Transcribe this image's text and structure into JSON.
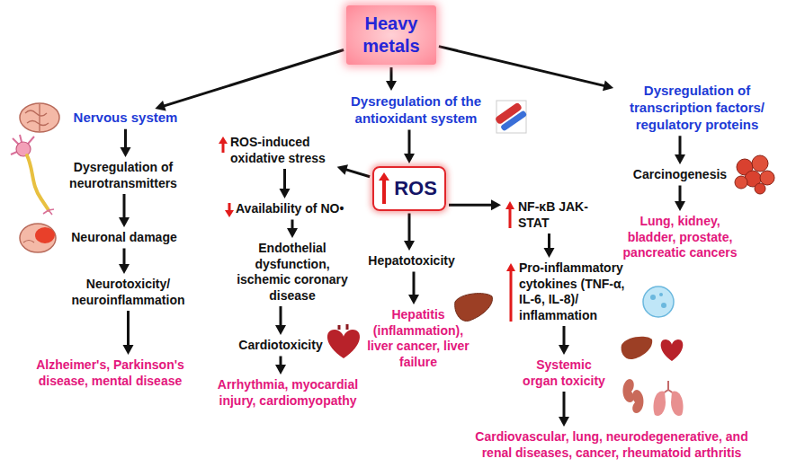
{
  "diagram": {
    "nodes": [
      {
        "text": [
          "Heavy metals"
        ]
      },
      {
        "text": [
          "Nervous system"
        ]
      },
      {
        "text": [
          "Dysregulation of neurotransmitters"
        ]
      },
      {
        "text": [
          "Neuronal damage"
        ]
      },
      {
        "text": [
          "Neurotoxicity/ neuroinflammation"
        ]
      },
      {
        "text": [
          "Alzheimer's, Parkinson's disease, mental disease"
        ]
      },
      {
        "text": [
          "Dysregulation of the antioxidant system"
        ]
      },
      {
        "text": [
          "ROS"
        ]
      },
      {
        "text": [
          "ROS-induced oxidative stress"
        ]
      },
      {
        "text": [
          "Availability of NO•"
        ]
      },
      {
        "text": [
          "Endothelial dysfunction, ischemic coronary disease"
        ]
      },
      {
        "text": [
          "Cardiotoxicity"
        ]
      },
      {
        "text": [
          "Arrhythmia, myocardial injury, cardiomyopathy"
        ]
      },
      {
        "text": [
          "Hepatotoxicity"
        ]
      },
      {
        "text": [
          "Hepatitis (inflammation), liver cancer, liver failure"
        ]
      },
      {
        "text": [
          "NF-κB JAK-STAT"
        ]
      },
      {
        "text": [
          "Pro-inflammatory cytokines (TNF-α, IL-6, IL-8)/ inflammation"
        ]
      },
      {
        "text": [
          "Systemic organ toxicity"
        ]
      },
      {
        "text": [
          "Cardiovascular, lung, neurodegenerative, and renal diseases, cancer, rheumatoid arthritis"
        ]
      },
      {
        "text": [
          "Dysregulation of transcription factors/ regulatory proteins"
        ]
      },
      {
        "text": [
          "Carcinogenesis"
        ]
      },
      {
        "text": [
          "Lung, kidney, bladder, prostate, pancreatic cancers"
        ]
      }
    ],
    "edges": [
      {
        "from": 0,
        "to": 1,
        "arrow": "to"
      },
      {
        "from": 0,
        "to": 6,
        "arrow": "to"
      },
      {
        "from": 0,
        "to": 19,
        "arrow": "to"
      },
      {
        "from": 1,
        "to": 2,
        "arrow": "to"
      },
      {
        "from": 2,
        "to": 3,
        "arrow": "to"
      },
      {
        "from": 3,
        "to": 4,
        "arrow": "to"
      },
      {
        "from": 4,
        "to": 5,
        "arrow": "to"
      },
      {
        "from": 6,
        "to": 7,
        "arrow": "to"
      },
      {
        "from": 7,
        "to": 8,
        "arrow": "to"
      },
      {
        "from": 8,
        "to": 9,
        "arrow": "to"
      },
      {
        "from": 9,
        "to": 10,
        "arrow": "to"
      },
      {
        "from": 10,
        "to": 11,
        "arrow": "to"
      },
      {
        "from": 11,
        "to": 12,
        "arrow": "to"
      },
      {
        "from": 7,
        "to": 13,
        "arrow": "to"
      },
      {
        "from": 13,
        "to": 14,
        "arrow": "to"
      },
      {
        "from": 7,
        "to": 15,
        "arrow": "to"
      },
      {
        "from": 15,
        "to": 16,
        "arrow": "to"
      },
      {
        "from": 16,
        "to": 17,
        "arrow": "to"
      },
      {
        "from": 17,
        "to": 18,
        "arrow": "to"
      },
      {
        "from": 19,
        "to": 20,
        "arrow": "to"
      },
      {
        "from": 20,
        "to": 21,
        "arrow": "to"
      }
    ]
  }
}
